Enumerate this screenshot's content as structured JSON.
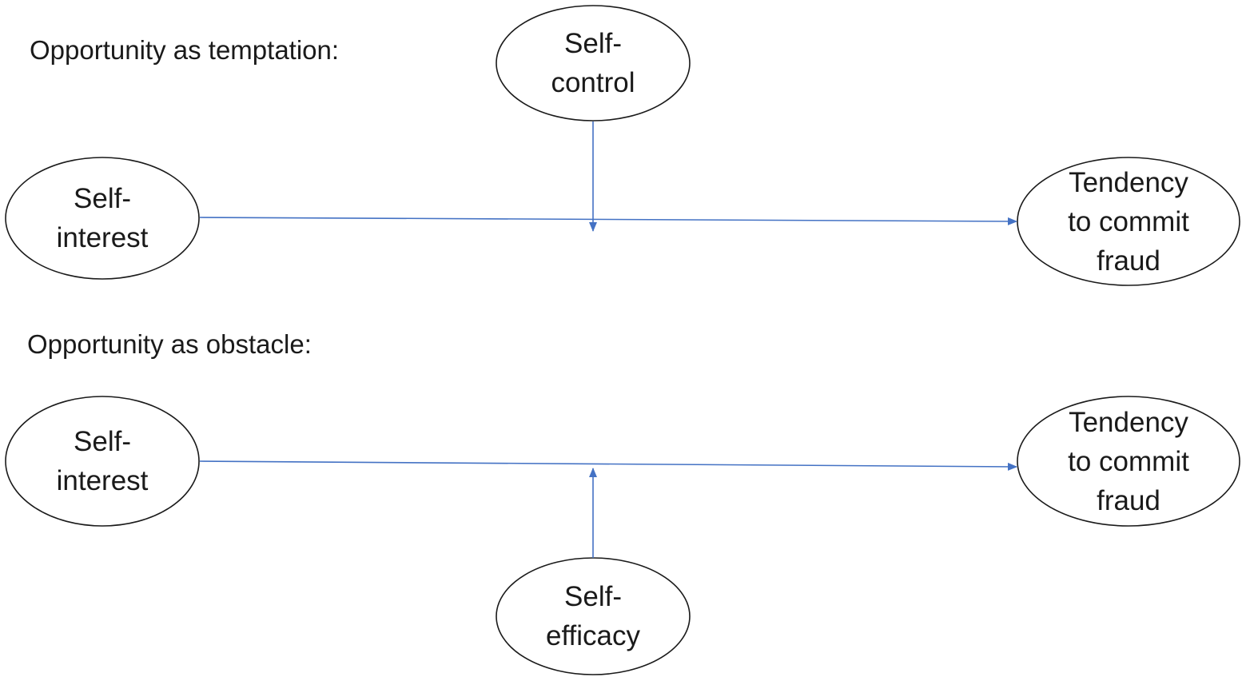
{
  "colors": {
    "arrow": "#4472c4",
    "outline": "#1a1a1a",
    "text": "#1a1a1a"
  },
  "panels": [
    {
      "title": "Opportunity as temptation:",
      "nodes": {
        "source": [
          "Self-",
          "interest"
        ],
        "target": [
          "Tendency",
          "to commit",
          "fraud"
        ],
        "moderator": [
          "Self-",
          "control"
        ]
      }
    },
    {
      "title": "Opportunity as obstacle:",
      "nodes": {
        "source": [
          "Self-",
          "interest"
        ],
        "target": [
          "Tendency",
          "to commit",
          "fraud"
        ],
        "moderator": [
          "Self-",
          "efficacy"
        ]
      }
    }
  ]
}
